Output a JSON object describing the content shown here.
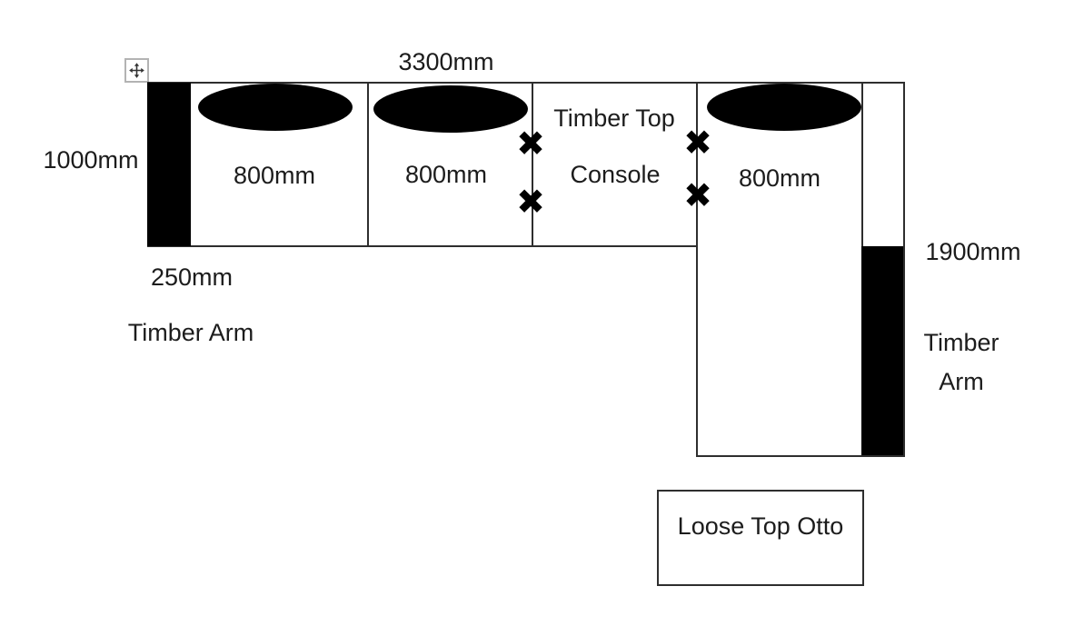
{
  "diagram": {
    "overall_width_label": "3300mm",
    "overall_depth_label": "1000mm",
    "arm_width_label": "250mm",
    "left_arm_label": "Timber Arm",
    "chaise_length_label": "1900mm",
    "right_arm_label": {
      "line1": "Timber",
      "line2": "Arm"
    },
    "console_label": {
      "line1": "Timber Top",
      "line2": "Console"
    },
    "seat_labels": [
      "800mm",
      "800mm",
      "800mm"
    ],
    "ottoman_label": "Loose Top Otto",
    "connector_mark": "✖",
    "icons": {
      "move_handle": "four-direction-move-arrows",
      "connector": "heavy-multiplication-x"
    },
    "colors": {
      "background": "#ffffff",
      "shape_fill": "#000000",
      "outline": "#2e2e2e",
      "move_handle_border": "#b3b3b3"
    }
  }
}
